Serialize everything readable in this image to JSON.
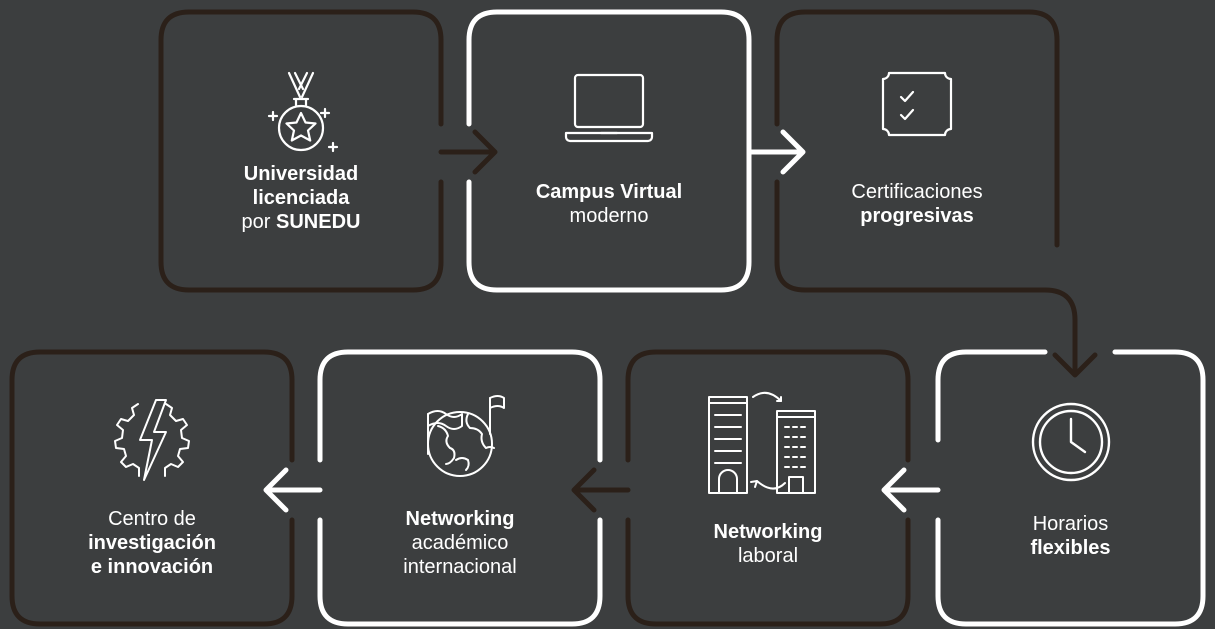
{
  "colors": {
    "background": "#3c3e3f",
    "brown_outline": "#2b2019",
    "white_outline": "#ffffff",
    "text": "#ffffff"
  },
  "steps": [
    {
      "id": "universidad",
      "icon": "medal-icon",
      "outline": "brown",
      "lines": [
        {
          "text": "Universidad",
          "bold": true
        },
        {
          "text": "licenciada",
          "bold": true
        },
        {
          "prefix": "por ",
          "text": "SUNEDU",
          "bold": true
        }
      ]
    },
    {
      "id": "campus",
      "icon": "laptop-icon",
      "outline": "white",
      "lines": [
        {
          "text": "Campus Virtual",
          "bold": true
        },
        {
          "text": "moderno",
          "bold": false
        }
      ]
    },
    {
      "id": "certificaciones",
      "icon": "certificate-icon",
      "outline": "brown",
      "lines": [
        {
          "text": "Certificaciones",
          "bold": false
        },
        {
          "text": "progresivas",
          "bold": true
        }
      ]
    },
    {
      "id": "horarios",
      "icon": "clock-icon",
      "outline": "white",
      "lines": [
        {
          "text": "Horarios",
          "bold": false
        },
        {
          "text": "flexibles",
          "bold": true
        }
      ]
    },
    {
      "id": "networking-laboral",
      "icon": "buildings-icon",
      "outline": "brown",
      "lines": [
        {
          "text": "Networking",
          "bold": true
        },
        {
          "text": "laboral",
          "bold": false
        }
      ]
    },
    {
      "id": "networking-academico",
      "icon": "globe-flags-icon",
      "outline": "white",
      "lines": [
        {
          "text": "Networking",
          "bold": true
        },
        {
          "text": "académico",
          "bold": false
        },
        {
          "text": "internacional",
          "bold": false
        }
      ]
    },
    {
      "id": "centro",
      "icon": "gear-lightning-icon",
      "outline": "brown",
      "lines": [
        {
          "text": "Centro de",
          "bold": false
        },
        {
          "text": "investigación",
          "bold": true
        },
        {
          "text": "e innovación",
          "bold": true
        }
      ]
    }
  ]
}
